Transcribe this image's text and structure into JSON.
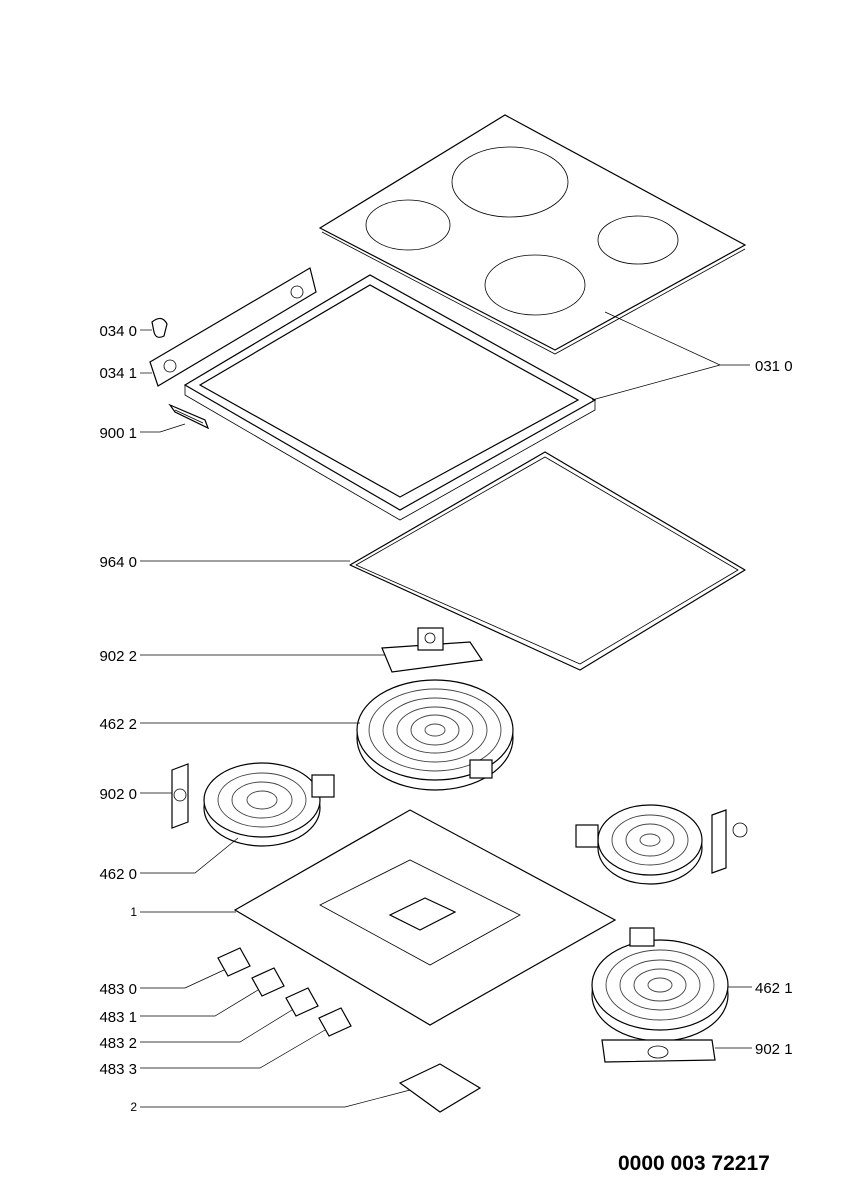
{
  "document_number": "0000 003 72217",
  "parts": {
    "p0340": "034 0",
    "p0341": "034 1",
    "p9001": "900 1",
    "p0310": "031 0",
    "p9640": "964 0",
    "p9022": "902 2",
    "p4622": "462 2",
    "p9020": "902 0",
    "p4620": "462 0",
    "p1": "1",
    "p4830": "483 0",
    "p4831": "483 1",
    "p4832": "483 2",
    "p4833": "483 3",
    "p2": "2",
    "p4621": "462 1",
    "p9021": "902 1"
  }
}
